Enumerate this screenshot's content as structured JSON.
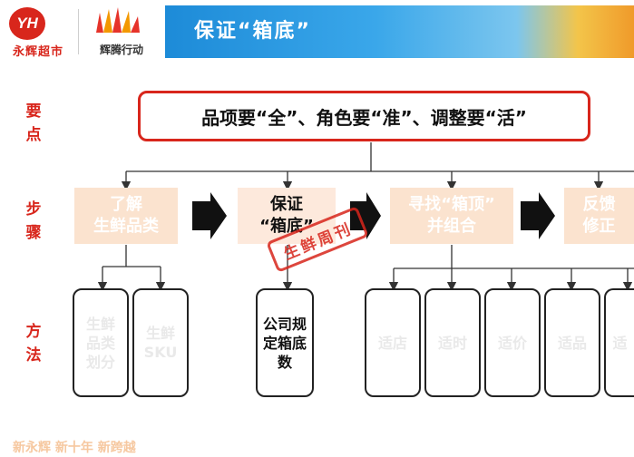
{
  "header": {
    "logo_mark": "YH",
    "brand_name": "永辉超市",
    "campaign_name": "辉腾行动",
    "title": "保证“箱底”"
  },
  "labels": {
    "key_points": "要点",
    "steps": "步骤",
    "methods": "方法"
  },
  "key_point": "品项要“全”、角色要“准”、调整要“活”",
  "steps": [
    {
      "line1": "了解",
      "line2": "生鲜品类",
      "active": false
    },
    {
      "line1": "保证",
      "line2": "“箱底”",
      "active": true
    },
    {
      "line1": "寻找“箱顶”",
      "line2": "并组合",
      "active": false
    },
    {
      "line1": "反馈",
      "line2": "修正",
      "active": false
    }
  ],
  "stamp": "生鲜周刊",
  "methods": {
    "step1": [
      "生鲜品类划分",
      "生鲜SKU"
    ],
    "step2": [
      "公司规定箱底数"
    ],
    "step3": [
      "适店",
      "适时",
      "适价",
      "适品",
      "适"
    ]
  },
  "footer": "新永辉  新十年  新跨越",
  "colors": {
    "brand_red": "#d8261c",
    "banner_blue": "#1d8bd8",
    "faded_step": "#fbe3cf",
    "arrow": "#111111"
  }
}
